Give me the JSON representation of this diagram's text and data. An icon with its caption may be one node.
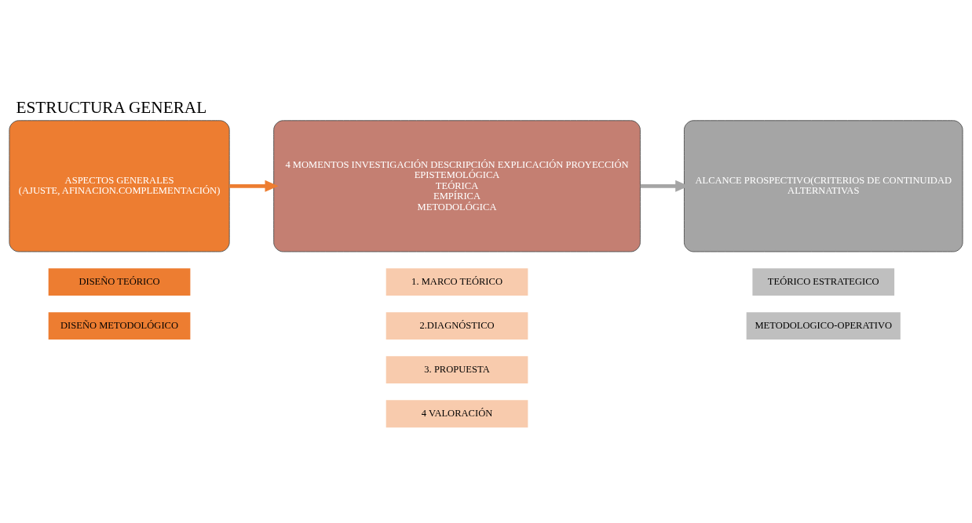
{
  "diagram": {
    "title": "ESTRUCTURA GENERAL",
    "nodes": [
      {
        "text": [
          "ASPECTOS GENERALES",
          "(AJUSTE, AFINACION.COMPLEMENTACIÓN)"
        ]
      },
      {
        "text": [
          "4 MOMENTOS INVESTIGACIÓN DESCRIPCIÓN EXPLICACIÓN PROYECCIÓN",
          "EPISTEMOLÓGICA",
          "TEÓRICA",
          "EMPÍRICA",
          "METODOLÓGICA"
        ]
      },
      {
        "text": [
          "ALCANCE PROSPECTIVO(CRITERIOS DE CONTINUIDAD",
          "ALTERNATIVAS"
        ]
      },
      {
        "text": [
          "DISEÑO TEÓRICO"
        ]
      },
      {
        "text": [
          "DISEÑO METODOLÓGICO"
        ]
      },
      {
        "text": [
          "1. MARCO TEÓRICO"
        ]
      },
      {
        "text": [
          "2.DIAGNÓSTICO"
        ]
      },
      {
        "text": [
          "3. PROPUESTA"
        ]
      },
      {
        "text": [
          "4 VALORACIÓN"
        ]
      },
      {
        "text": [
          "TEÓRICO ESTRATEGICO"
        ]
      },
      {
        "text": [
          "METODOLOGICO-OPERATIVO"
        ]
      }
    ],
    "edges": [
      {
        "from": 0,
        "to": 1,
        "arrow": "to",
        "color": "#ed7d31"
      },
      {
        "from": 1,
        "to": 2,
        "arrow": "to",
        "color": "#a5a5a5"
      }
    ]
  }
}
